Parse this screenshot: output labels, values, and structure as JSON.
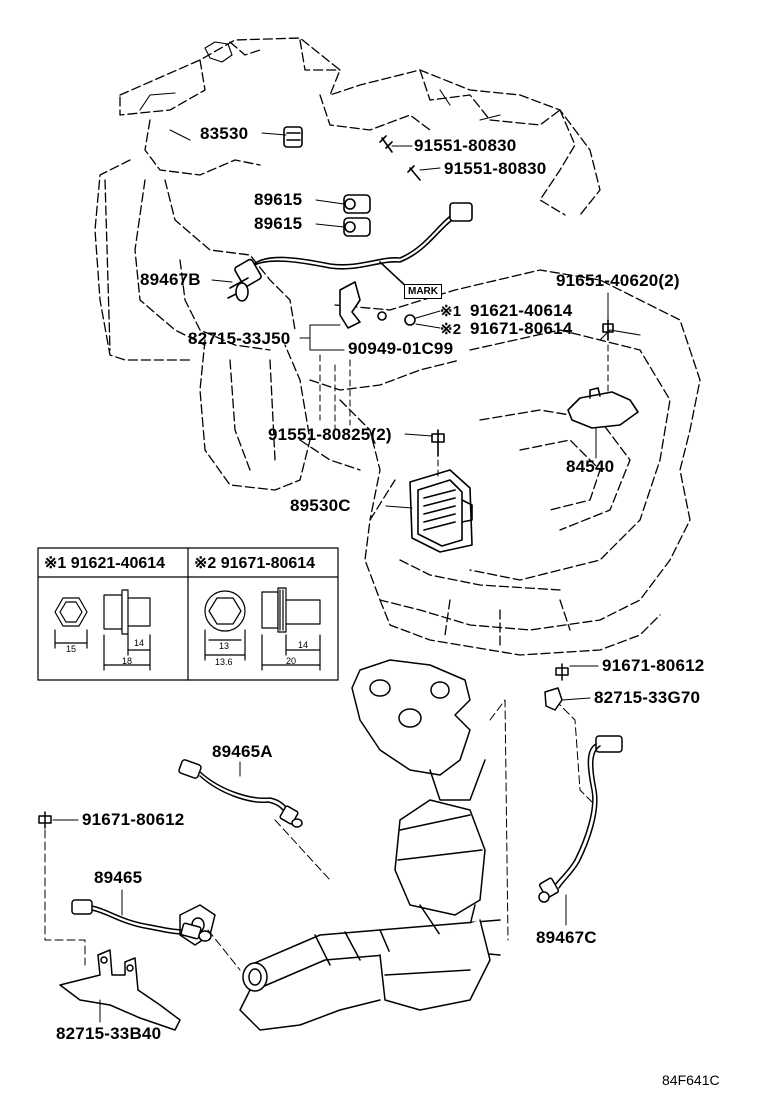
{
  "diagram": {
    "parts": {
      "p83530": "83530",
      "p91551_80830_a": "91551-80830",
      "p91551_80830_b": "91551-80830",
      "p89615_a": "89615",
      "p89615_b": "89615",
      "p89467B": "89467B",
      "p91651_40620": "91651-40620(2)",
      "p91621_40614": "91621-40614",
      "p91671_80614": "91671-80614",
      "p82715_33J50": "82715-33J50",
      "p90949_01C99": "90949-01C99",
      "p91551_80825": "91551-80825(2)",
      "p84540": "84540",
      "p89530C": "89530C",
      "p91671_80612_a": "91671-80612",
      "p82715_33G70": "82715-33G70",
      "p89465A": "89465A",
      "p91671_80612_b": "91671-80612",
      "p89465": "89465",
      "p89467C": "89467C",
      "p82715_33B40": "82715-33B40"
    },
    "notes": {
      "mark1": "※1",
      "mark2": "※2",
      "mark_label": "MARK"
    },
    "detail_boxes": [
      {
        "title": "※1 91621-40614",
        "dims": [
          "15",
          "14",
          "18"
        ]
      },
      {
        "title": "※2 91671-80614",
        "dims": [
          "13",
          "13.6",
          "14",
          "20"
        ]
      }
    ],
    "illustration_code": "84F641C"
  }
}
